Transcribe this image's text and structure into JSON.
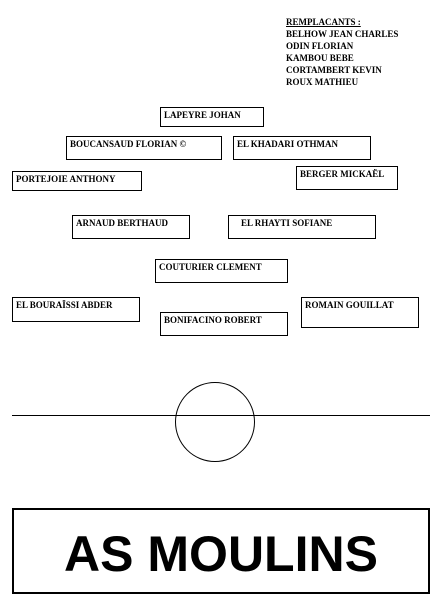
{
  "substitutes": {
    "title": "REMPLACANTS :",
    "names": [
      "BELHOW JEAN CHARLES",
      "ODIN FLORIAN",
      "KAMBOU BEBE",
      "CORTAMBERT KEVIN",
      "ROUX MATHIEU"
    ]
  },
  "players": {
    "p1": "LAPEYRE JOHAN",
    "p2": "BOUCANSAUD FLORIAN ©",
    "p3": "EL KHADARI OTHMAN",
    "p4": "PORTEJOIE ANTHONY",
    "p5": "BERGER MICKAËL",
    "p6": "ARNAUD BERTHAUD",
    "p7": "EL RHAYTI SOFIANE",
    "p8": "COUTURIER CLEMENT",
    "p9": "EL BOURAÏSSI  ABDER",
    "p10": "BONIFACINO ROBERT",
    "p11": "ROMAIN GOUILLAT"
  },
  "team": {
    "name": "AS MOULINS"
  }
}
